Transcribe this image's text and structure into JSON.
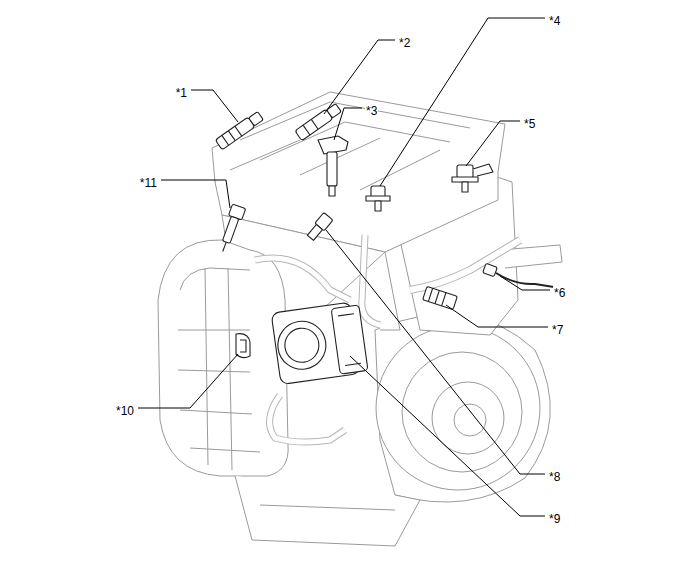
{
  "diagram": {
    "labels": [
      "*1",
      "*2",
      "*3",
      "*4",
      "*5",
      "*6",
      "*7",
      "*8",
      "*9",
      "*10",
      "*11"
    ]
  }
}
